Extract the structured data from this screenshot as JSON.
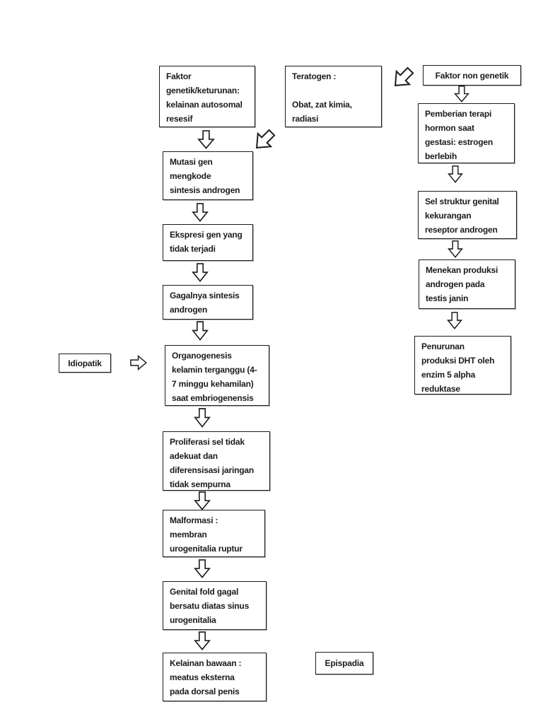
{
  "page": {
    "background_color": "#ffffff",
    "text_color": "#1b1b1b",
    "border_color": "#1b1b1b"
  },
  "diagram": {
    "type": "flowchart",
    "nodes": {
      "faktor_genetik": "Faktor\ngenetik/keturunan:\nkelainan autosomal\nresesif",
      "teratogen": "Teratogen :\n\nObat, zat kimia,\nradiasi",
      "faktor_non_genetik": "Faktor non genetik",
      "pemberian_terapi": "Pemberian terapi\nhormon saat\ngestasi: estrogen\nberlebih",
      "sel_struktur": "Sel struktur genital\nkekurangan\nreseptor androgen",
      "menekan_produksi": "Menekan produksi\nandrogen pada\ntestis janin",
      "penurunan_dht": "Penurunan\nproduksi DHT oleh\nenzim 5 alpha\nreduktase",
      "mutasi_gen": "Mutasi gen\nmengkode\nsintesis androgen",
      "ekspresi_gen": "Ekspresi gen yang\ntidak terjadi",
      "gagalnya_sintesis": "Gagalnya sintesis\nandrogen",
      "organogenesis": "Organogenesis\nkelamin terganggu (4-\n7 minggu kehamilan)\nsaat embriogenensis",
      "idiopatik": "Idiopatik",
      "proliferasi": "Proliferasi sel tidak\nadekuat dan\ndiferensisasi jaringan\ntidak sempurna",
      "malformasi": "Malformasi :\nmembran\nurogenitalia ruptur",
      "genital_fold": "Genital fold gagal\nbersatu diatas sinus\nurogenitalia",
      "kelainan_bawaan": "Kelainan bawaan :\nmeatus eksterna\npada dorsal penis",
      "epispadia": "Epispadia"
    },
    "edges": [
      {
        "from": "faktor_genetik",
        "to": "mutasi_gen",
        "style": "block-arrow-down"
      },
      {
        "from": "teratogen",
        "to": "mutasi_gen",
        "style": "block-arrow-down-left"
      },
      {
        "from": "faktor_non_genetik",
        "to": "teratogen",
        "style": "block-arrow-down-left"
      },
      {
        "from": "faktor_non_genetik",
        "to": "pemberian_terapi",
        "style": "block-arrow-down"
      },
      {
        "from": "pemberian_terapi",
        "to": "sel_struktur",
        "style": "block-arrow-down"
      },
      {
        "from": "sel_struktur",
        "to": "menekan_produksi",
        "style": "block-arrow-down"
      },
      {
        "from": "menekan_produksi",
        "to": "penurunan_dht",
        "style": "block-arrow-down"
      },
      {
        "from": "mutasi_gen",
        "to": "ekspresi_gen",
        "style": "block-arrow-down"
      },
      {
        "from": "ekspresi_gen",
        "to": "gagalnya_sintesis",
        "style": "block-arrow-down"
      },
      {
        "from": "gagalnya_sintesis",
        "to": "organogenesis",
        "style": "block-arrow-down"
      },
      {
        "from": "idiopatik",
        "to": "organogenesis",
        "style": "block-arrow-right"
      },
      {
        "from": "organogenesis",
        "to": "proliferasi",
        "style": "block-arrow-down"
      },
      {
        "from": "proliferasi",
        "to": "malformasi",
        "style": "block-arrow-down"
      },
      {
        "from": "malformasi",
        "to": "genital_fold",
        "style": "block-arrow-down"
      },
      {
        "from": "genital_fold",
        "to": "kelainan_bawaan",
        "style": "block-arrow-down"
      }
    ],
    "icons": {
      "block_arrow_down": "hollow outlined block arrow pointing down",
      "block_arrow_down_left": "hollow outlined block arrow pointing down-left",
      "block_arrow_right": "hollow outlined block arrow pointing right"
    }
  }
}
